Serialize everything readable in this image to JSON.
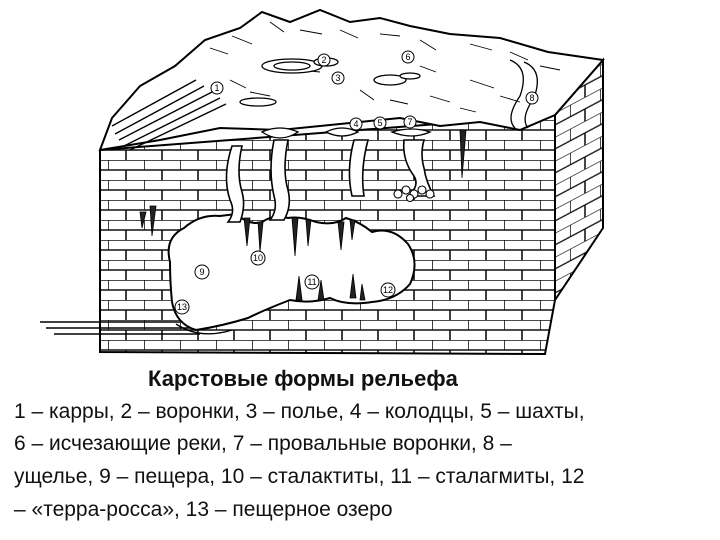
{
  "diagram": {
    "markers": [
      "1",
      "2",
      "3",
      "4",
      "5",
      "6",
      "7",
      "8",
      "9",
      "10",
      "11",
      "12",
      "13"
    ]
  },
  "caption": {
    "title": "Карстовые формы рельефа",
    "lines": [
      "1 – карры, 2 – воронки, 3 – полье, 4 – колодцы, 5 – шахты,",
      "6 – исчезающие реки, 7 – провальные воронки, 8 –",
      "ущелье, 9 – пещера, 10 – сталактиты, 11 – сталагмиты, 12",
      "– «терра-росса», 13 – пещерное озеро"
    ]
  }
}
